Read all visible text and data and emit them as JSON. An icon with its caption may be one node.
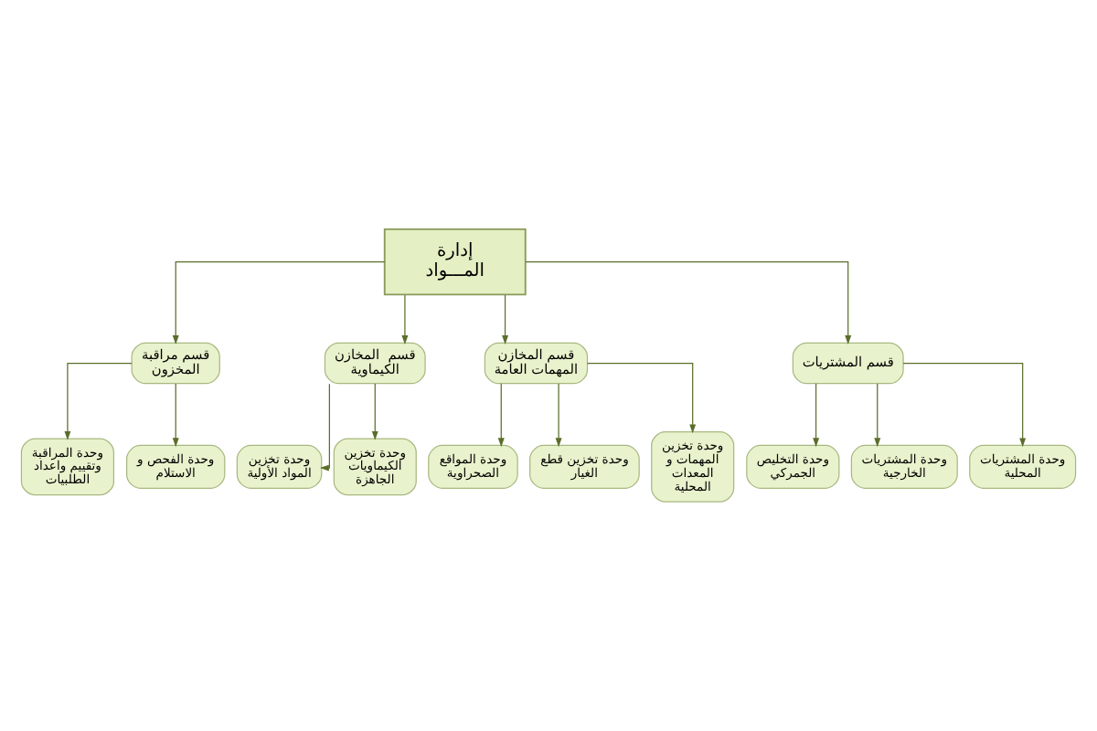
{
  "diagram": {
    "nodes": [
      {
        "text": [
          "إدارة المـــواد"
        ]
      },
      {
        "text": [
          "قسم المشتريات"
        ]
      },
      {
        "text": [
          "قسم المخازن المهمات العامة"
        ]
      },
      {
        "text": [
          "قسم  المخازن الكيماوية"
        ]
      },
      {
        "text": [
          "قسم مراقبة المخزون"
        ]
      },
      {
        "text": [
          "وحدة المشتريات المحلية"
        ]
      },
      {
        "text": [
          "وحدة المشتريات الخارجية"
        ]
      },
      {
        "text": [
          "وحدة التخليص الجمركي"
        ]
      },
      {
        "text": [
          "وحدة تخزين المهمات و المعدات المحلية"
        ]
      },
      {
        "text": [
          "وحدة تخزين قطع الغيار"
        ]
      },
      {
        "text": [
          "وحدة المواقع الصحراوية"
        ]
      },
      {
        "text": [
          "وحدة تخزين الكيماويات الجاهزة"
        ]
      },
      {
        "text": [
          "وحدة تخزين المواد الأولية"
        ]
      },
      {
        "text": [
          "وحدة الفحص و الاستلام"
        ]
      },
      {
        "text": [
          "وحدة المراقبة وتقييم واعداد الطلبيات"
        ]
      }
    ],
    "edges": [
      {
        "from": 0,
        "to": 1,
        "arrow": "to"
      },
      {
        "from": 0,
        "to": 2,
        "arrow": "to"
      },
      {
        "from": 0,
        "to": 3,
        "arrow": "to"
      },
      {
        "from": 0,
        "to": 4,
        "arrow": "to"
      },
      {
        "from": 1,
        "to": 5,
        "arrow": "to"
      },
      {
        "from": 1,
        "to": 6,
        "arrow": "to"
      },
      {
        "from": 1,
        "to": 7,
        "arrow": "to"
      },
      {
        "from": 2,
        "to": 8,
        "arrow": "to"
      },
      {
        "from": 2,
        "to": 9,
        "arrow": "to"
      },
      {
        "from": 2,
        "to": 10,
        "arrow": "to"
      },
      {
        "from": 3,
        "to": 11,
        "arrow": "to"
      },
      {
        "from": 3,
        "to": 12,
        "arrow": "to"
      },
      {
        "from": 4,
        "to": 13,
        "arrow": "to"
      },
      {
        "from": 4,
        "to": 14,
        "arrow": "to"
      }
    ]
  }
}
